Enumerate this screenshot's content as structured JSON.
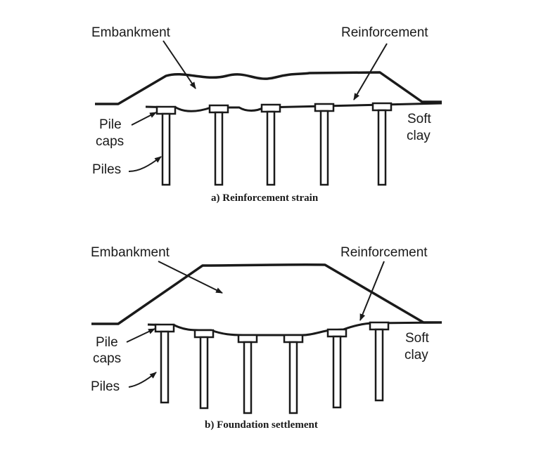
{
  "panels": [
    {
      "caption": "a) Reinforcement strain",
      "labels": {
        "embankment": "Embankment",
        "reinforcement": "Reinforcement",
        "pile_caps_1": "Pile",
        "pile_caps_2": "caps",
        "piles": "Piles",
        "soft_clay_1": "Soft",
        "soft_clay_2": "clay"
      }
    },
    {
      "caption": "b) Foundation settlement",
      "labels": {
        "embankment": "Embankment",
        "reinforcement": "Reinforcement",
        "pile_caps_1": "Pile",
        "pile_caps_2": "caps",
        "piles": "Piles",
        "soft_clay_1": "Soft",
        "soft_clay_2": "clay"
      }
    }
  ]
}
